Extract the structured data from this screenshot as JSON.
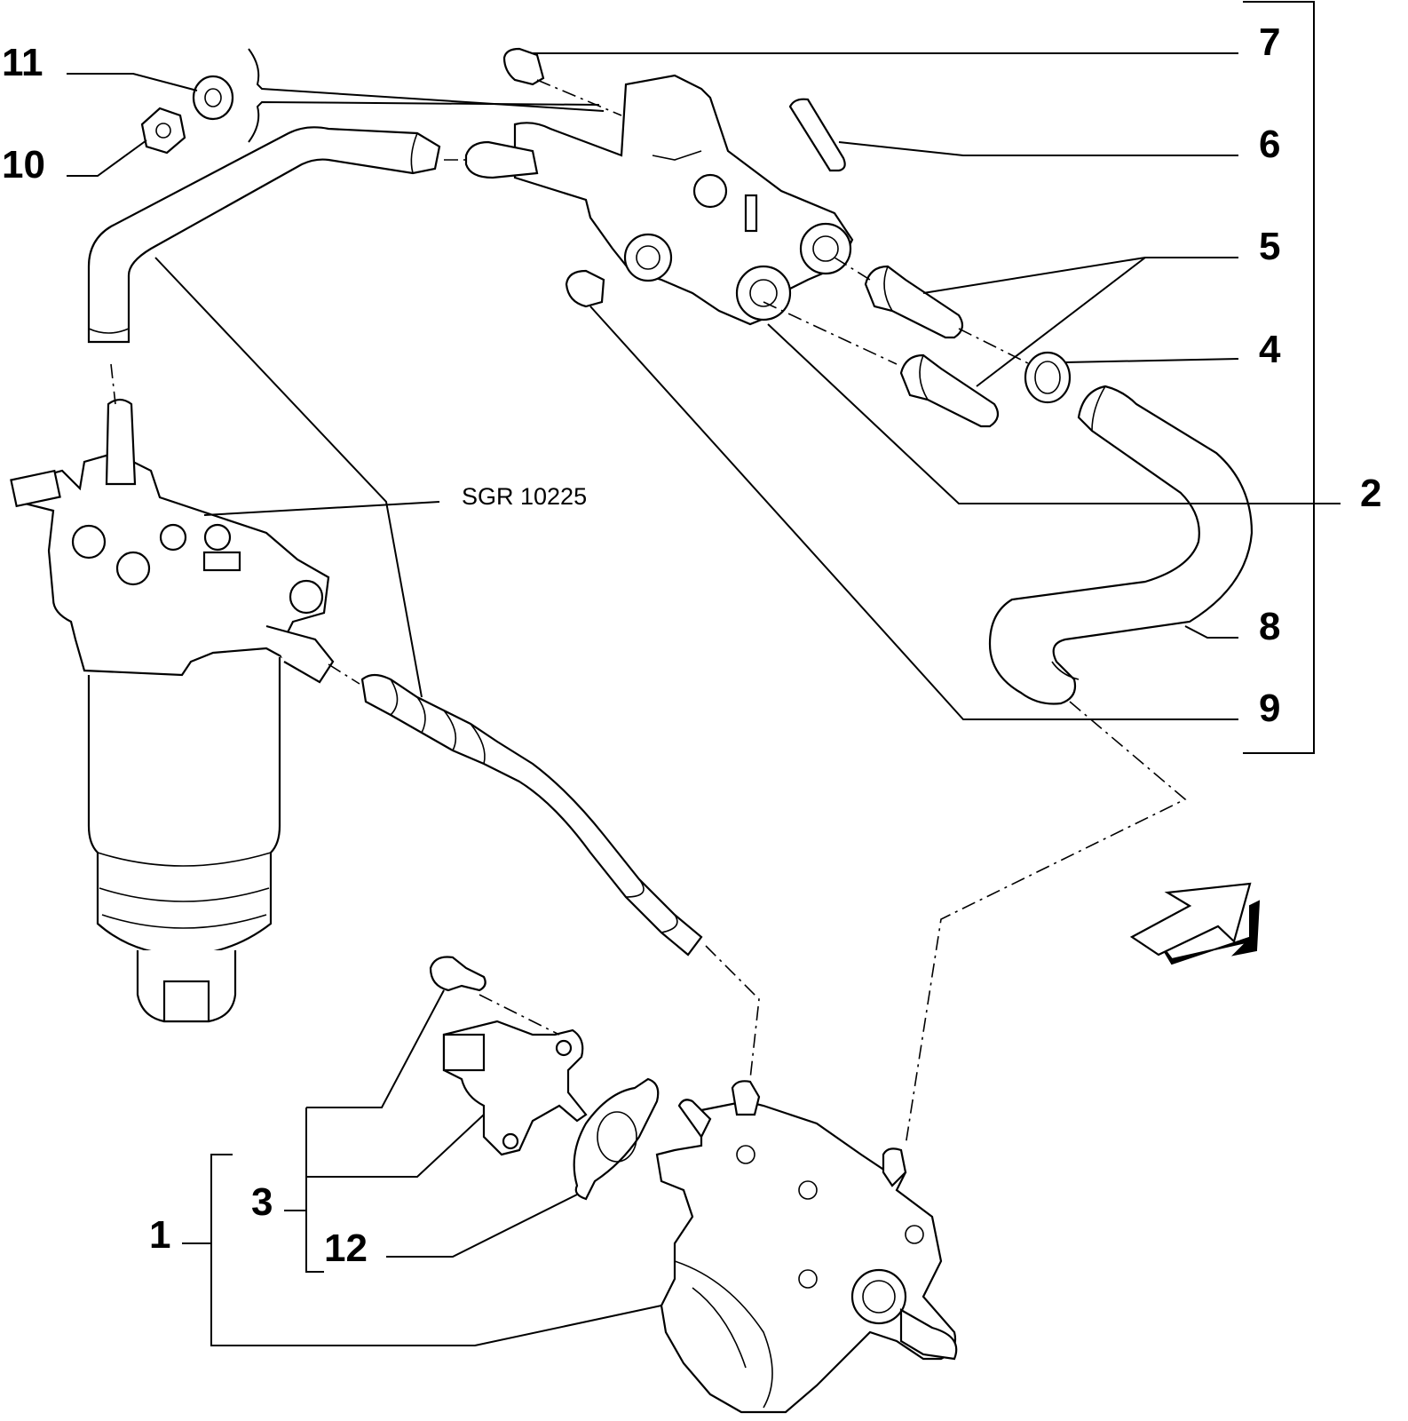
{
  "diagram": {
    "reference_code": "SGR 10225",
    "callouts": {
      "c1": "1",
      "c2": "2",
      "c3": "3",
      "c4": "4",
      "c5": "5",
      "c6": "6",
      "c7": "7",
      "c8": "8",
      "c9": "9",
      "c10": "10",
      "c11": "11",
      "c12": "12"
    }
  }
}
